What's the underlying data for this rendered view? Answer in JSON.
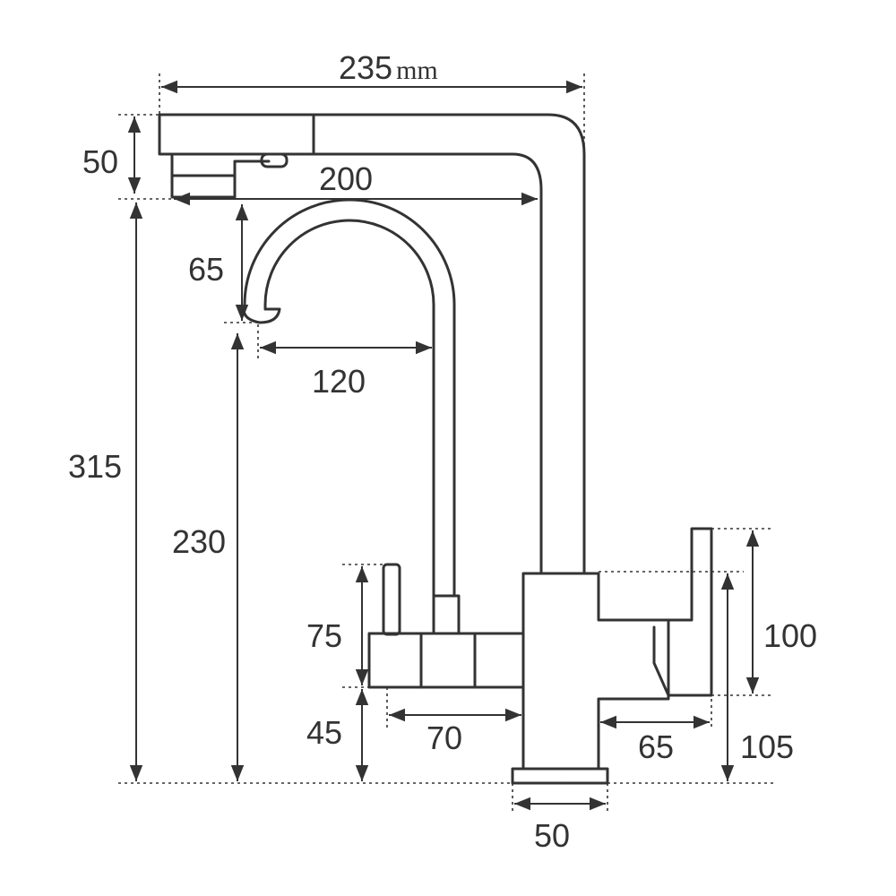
{
  "diagram": {
    "dimensions": {
      "overall_width": {
        "value": "235",
        "unit": "mm"
      },
      "spout_height": "50",
      "spout_reach": "200",
      "gooseneck_drop": "65",
      "gooseneck_reach": "120",
      "total_height": "315",
      "gooseneck_height": "230",
      "lever_height": "75",
      "body_height": "45",
      "left_body_width": "70",
      "right_handle_height": "100",
      "right_body_width": "65",
      "right_base_height": "105",
      "base_width": "50"
    },
    "colors": {
      "line": "#333333",
      "background": "#ffffff"
    }
  }
}
